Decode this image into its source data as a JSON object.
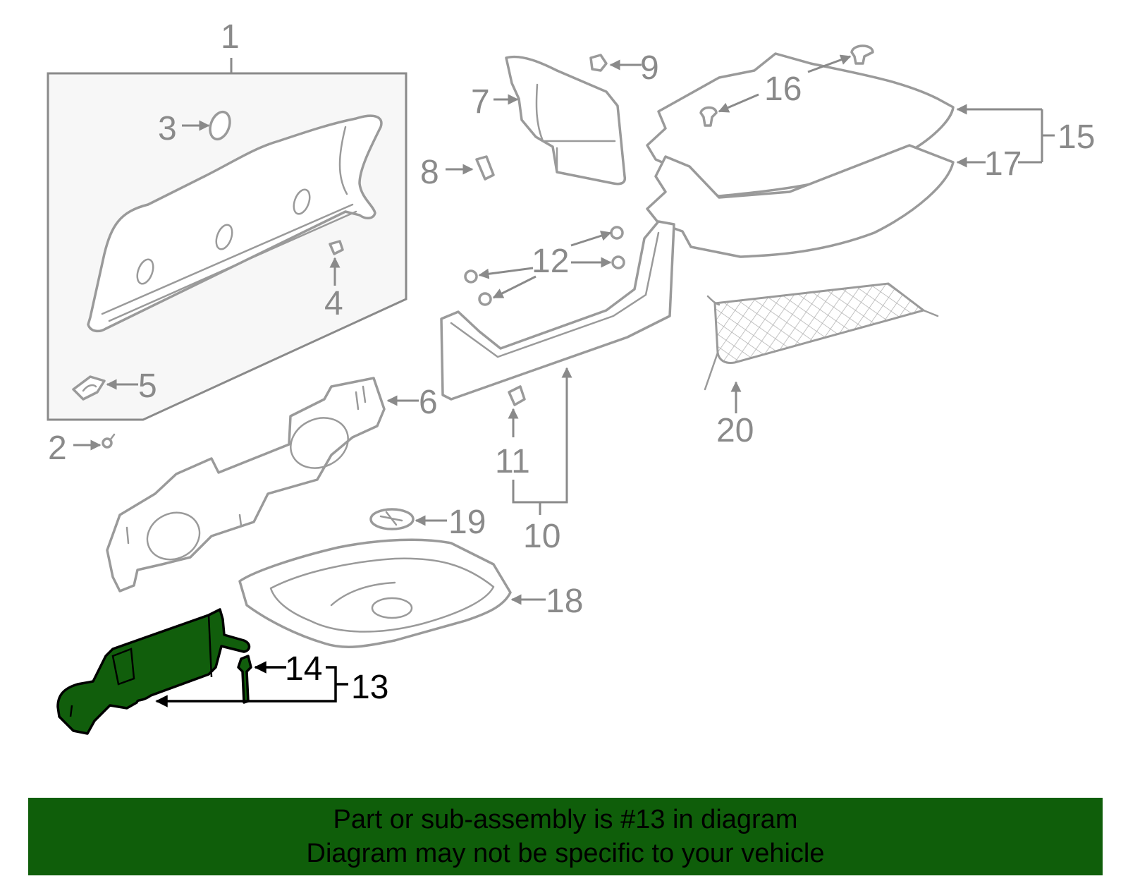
{
  "banner": {
    "line1": "Part or sub-assembly is #13 in diagram",
    "line2": "Diagram may not be specific to your vehicle",
    "background": "#0f5e0a"
  },
  "highlight": {
    "part": "13",
    "color": "#115e0c"
  },
  "callouts": {
    "c1": "1",
    "c2": "2",
    "c3": "3",
    "c4": "4",
    "c5": "5",
    "c6": "6",
    "c7": "7",
    "c8": "8",
    "c9": "9",
    "c10": "10",
    "c11": "11",
    "c12": "12",
    "c13": "13",
    "c14": "14",
    "c15": "15",
    "c16": "16",
    "c17": "17",
    "c18": "18",
    "c19": "19",
    "c20": "20"
  }
}
